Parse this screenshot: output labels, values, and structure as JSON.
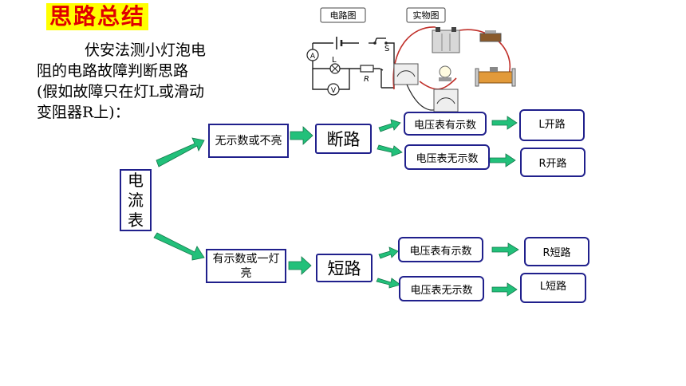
{
  "heading": "思路总结",
  "intro": {
    "line1": "伏安法测小灯泡电",
    "line2": "阻的电路故障判断思路",
    "line3": "(假如故障只在灯L或滑动",
    "line4": "变阻器R上)："
  },
  "figure": {
    "circuit_label": "电路图",
    "physical_label": "实物图",
    "ammeter": "A",
    "voltmeter": "V",
    "lamp": "L",
    "rheostat": "R",
    "switch": "S"
  },
  "tree": {
    "root": "电流表",
    "no_reading": "无示数或不亮",
    "open": "断路",
    "has_reading": "有示数或一灯亮",
    "short": "短路",
    "open_v_reads": "电压表有示数",
    "open_v_none": "电压表无示数",
    "open_result_1": "L开路",
    "open_result_2": "R开路",
    "short_v_reads": "电压表有示数",
    "short_v_none": "电压表无示数",
    "short_result_1": "R短路",
    "short_result_2": "L短路"
  },
  "colors": {
    "heading_text": "#e00000",
    "heading_bg": "#ffff00",
    "box_border": "#20208c",
    "arrow": "#22c07a"
  }
}
